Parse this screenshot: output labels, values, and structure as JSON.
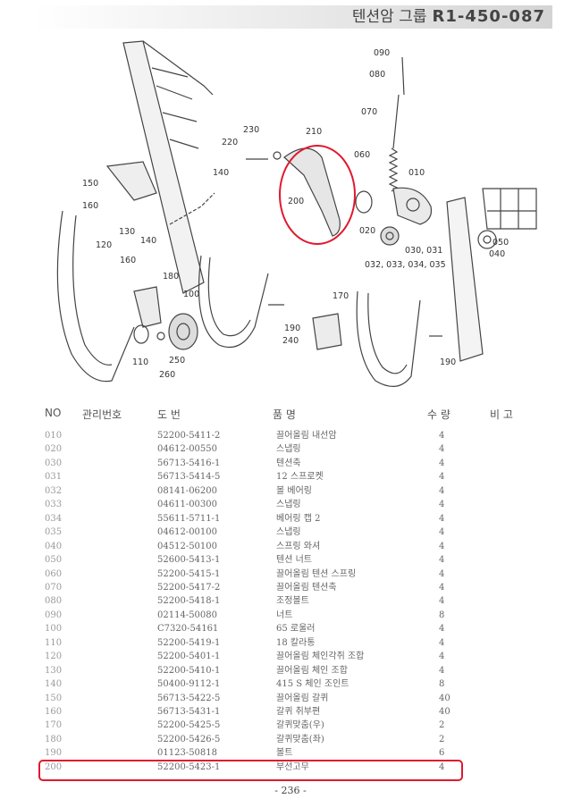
{
  "header": {
    "title": "텐션암 그룹",
    "code": "R1-450-087"
  },
  "diagram": {
    "callouts": [
      "090",
      "080",
      "070",
      "060",
      "010",
      "230",
      "220",
      "210",
      "200",
      "020",
      "030, 031",
      "032, 033, 034, 035",
      "050",
      "040",
      "150",
      "160",
      "140",
      "130",
      "120",
      "140",
      "160",
      "180",
      "100",
      "170",
      "190",
      "240",
      "110",
      "250",
      "260",
      "190"
    ]
  },
  "table": {
    "headers": {
      "no": "NO",
      "mgmt": "관리번호",
      "part": "도   번",
      "name": "품   명",
      "qty": "수 량",
      "remark": "비   고"
    },
    "rows": [
      {
        "no": "010",
        "part": "52200-5411-2",
        "name": "끌어올림 내선암",
        "qty": "4"
      },
      {
        "no": "020",
        "part": "04612-00550",
        "name": "스냅링",
        "qty": "4"
      },
      {
        "no": "030",
        "part": "56713-5416-1",
        "name": "텐션축",
        "qty": "4"
      },
      {
        "no": "031",
        "part": "56713-5414-5",
        "name": "12 스프로켓",
        "qty": "4"
      },
      {
        "no": "032",
        "part": "08141-06200",
        "name": "볼 베어링",
        "qty": "4"
      },
      {
        "no": "033",
        "part": "04611-00300",
        "name": "스냅링",
        "qty": "4"
      },
      {
        "no": "034",
        "part": "55611-5711-1",
        "name": "베어링 캡 2",
        "qty": "4"
      },
      {
        "no": "035",
        "part": "04612-00100",
        "name": "스냅링",
        "qty": "4"
      },
      {
        "no": "040",
        "part": "04512-50100",
        "name": "스프링 와셔",
        "qty": "4"
      },
      {
        "no": "050",
        "part": "52600-5413-1",
        "name": "텐션 너트",
        "qty": "4"
      },
      {
        "no": "060",
        "part": "52200-5415-1",
        "name": "끌어올림 텐션 스프링",
        "qty": "4"
      },
      {
        "no": "070",
        "part": "52200-5417-2",
        "name": "끌어올림 텐션축",
        "qty": "4"
      },
      {
        "no": "080",
        "part": "52200-5418-1",
        "name": "조정볼트",
        "qty": "4"
      },
      {
        "no": "090",
        "part": "02114-50080",
        "name": "너트",
        "qty": "8"
      },
      {
        "no": "100",
        "part": "C7320-54161",
        "name": "65 로울러",
        "qty": "4"
      },
      {
        "no": "110",
        "part": "52200-5419-1",
        "name": "18 칼라통",
        "qty": "4"
      },
      {
        "no": "120",
        "part": "52200-5401-1",
        "name": "끌어올림 체인각쥐 조합",
        "qty": "4"
      },
      {
        "no": "130",
        "part": "52200-5410-1",
        "name": "끌어올림 체인 조합",
        "qty": "4"
      },
      {
        "no": "140",
        "part": "50400-9112-1",
        "name": "415 S 체인 조인트",
        "qty": "8"
      },
      {
        "no": "150",
        "part": "56713-5422-5",
        "name": "끌어올림 갈퀴",
        "qty": "40"
      },
      {
        "no": "160",
        "part": "56713-5431-1",
        "name": "갈퀴 취부편",
        "qty": "40"
      },
      {
        "no": "170",
        "part": "52200-5425-5",
        "name": "갈퀴맞춤(우)",
        "qty": "2"
      },
      {
        "no": "180",
        "part": "52200-5426-5",
        "name": "갈퀴맞춤(좌)",
        "qty": "2"
      },
      {
        "no": "190",
        "part": "01123-50818",
        "name": "볼트",
        "qty": "6"
      },
      {
        "no": "200",
        "part": "52200-5423-1",
        "name": "부선고무",
        "qty": "4"
      }
    ]
  },
  "footer": {
    "page": "- 236 -"
  },
  "colors": {
    "highlight": "#e0182e"
  }
}
